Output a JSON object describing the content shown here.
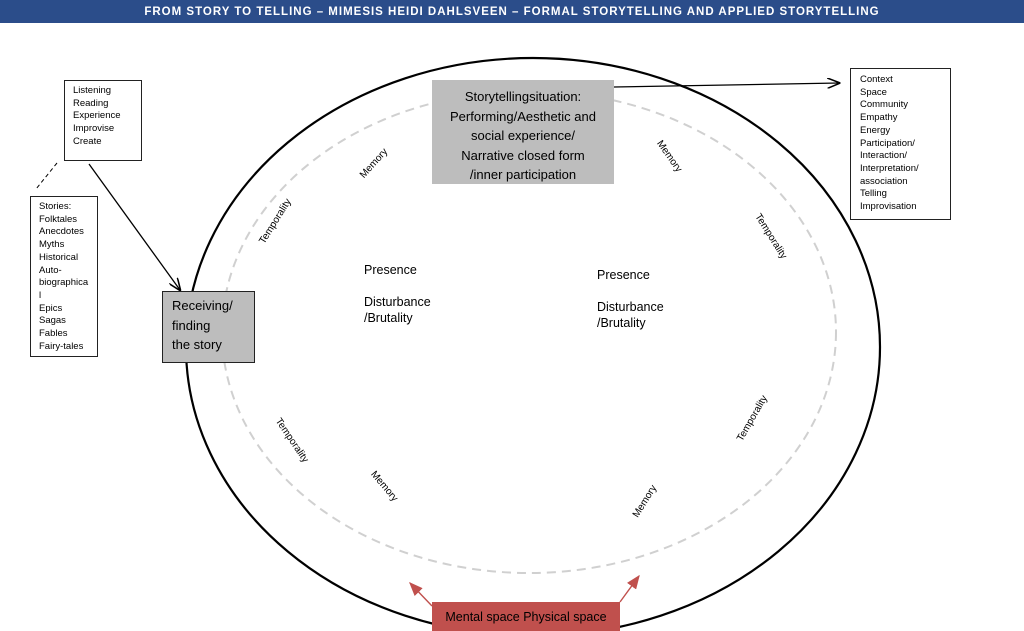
{
  "header": {
    "title": "FROM STORY TO TELLING – MIMESIS HEIDI DAHLSVEEN – FORMAL STORYTELLING AND APPLIED STORYTELLING"
  },
  "activities": [
    "Listening",
    "Reading",
    "Experience",
    "Improvise",
    "Create"
  ],
  "stories": [
    "Stories:",
    "Folktales",
    "Anecdotes",
    "Myths",
    "Historical",
    "Auto-",
    "biographica",
    "l",
    "Epics",
    "Sagas",
    "Fables",
    "Fairy-tales"
  ],
  "receiving": [
    "Receiving/",
    "finding",
    "the story"
  ],
  "situation": [
    "Storytellingsituation:",
    "Performing/Aesthetic and",
    "social experience/",
    "Narrative closed form",
    "/inner participation"
  ],
  "context": [
    "Context",
    "Space",
    "Community",
    "Empathy",
    "Energy",
    "Participation/",
    "Interaction/",
    "Interpretation/",
    "association",
    "Telling",
    "Improvisation"
  ],
  "center_left": {
    "presence": "Presence",
    "disturbance": [
      "Disturbance",
      "/Brutality"
    ]
  },
  "center_right": {
    "presence": "Presence",
    "disturbance": [
      "Disturbance",
      "/Brutality"
    ]
  },
  "labels": {
    "memory": "Memory",
    "temporality": "Temporality"
  },
  "space": "Mental space Physical space",
  "colors": {
    "header": "#2b4d8a",
    "gray_box": "#bdbdbd",
    "space_box": "#c0504d",
    "arrow_red": "#c0504d",
    "dashed": "#d0d0d0"
  }
}
